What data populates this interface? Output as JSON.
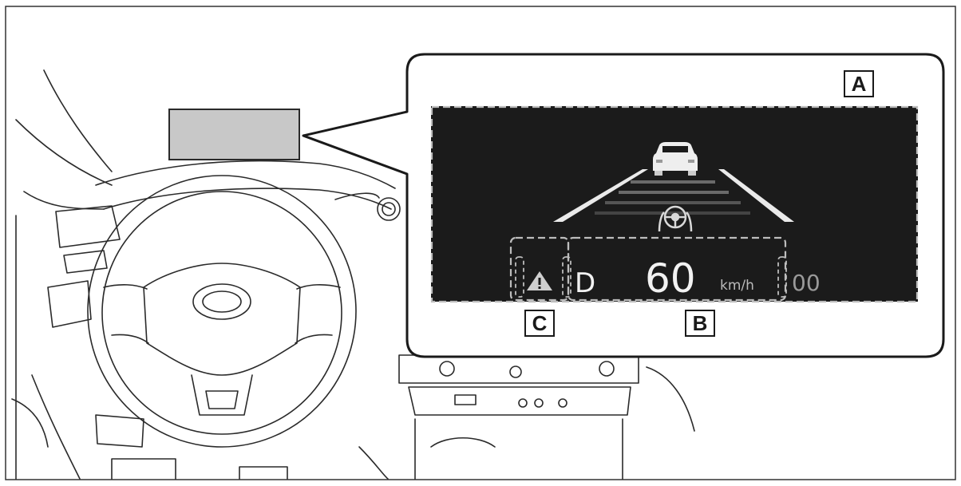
{
  "callouts": {
    "a": "A",
    "b": "B",
    "c": "C"
  },
  "hud": {
    "shift_position": "D",
    "speed": "60",
    "speed_unit": "km/h",
    "odometer_partial": "00",
    "warning_icon": "warning-triangle-icon",
    "lead_vehicle_icon": "lead-vehicle-icon",
    "steering_assist_icon": "steering-wheel-hands-icon"
  },
  "colors": {
    "hud_background": "#1b1b1b",
    "hud_text": "#f2f2f2",
    "hud_dim_text": "#9a9a9a",
    "projection_area": "#c8c8c8",
    "line_art": "#2a2a2a"
  }
}
